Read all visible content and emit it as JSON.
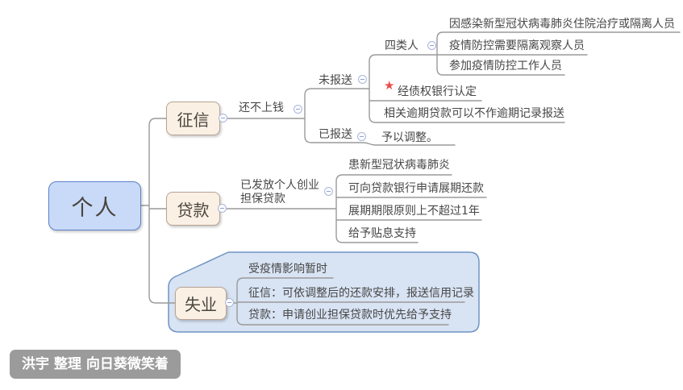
{
  "mindmap": {
    "root": {
      "label": "个人"
    },
    "branches": [
      {
        "label": "征信",
        "children": [
          {
            "label": "还不上钱",
            "children": [
              {
                "label": "未报送",
                "children": [
                  {
                    "label": "四类人",
                    "children": [
                      {
                        "label": "因感染新型冠状病毒肺炎住院治疗或隔离人员"
                      },
                      {
                        "label": "疫情防控需要隔离观察人员"
                      },
                      {
                        "label": "参加疫情防控工作人员"
                      }
                    ]
                  },
                  {
                    "label": "经债权银行认定",
                    "marker": "red-star"
                  },
                  {
                    "label": "相关逾期贷款可以不作逾期记录报送"
                  }
                ]
              },
              {
                "label": "已报送",
                "children": [
                  {
                    "label": "予以调整。"
                  }
                ]
              }
            ]
          }
        ]
      },
      {
        "label": "贷款",
        "children": [
          {
            "label": "已发放个人创业担保贷款",
            "children": [
              {
                "label": "患新型冠状病毒肺炎"
              },
              {
                "label": "可向贷款银行申请展期还款"
              },
              {
                "label": "展期期限原则上不超过1年"
              },
              {
                "label": "给予贴息支持"
              }
            ]
          }
        ]
      },
      {
        "label": "失业",
        "boundary": true,
        "children": [
          {
            "label": "受疫情影响暂时"
          },
          {
            "label": "征信：可依调整后的还款安排，报送信用记录"
          },
          {
            "label": "贷款：申请创业担保贷款时优先给予支持"
          }
        ]
      }
    ]
  },
  "icons": {
    "collapse": "minus-circle",
    "priority_marker": "red-star"
  },
  "colors": {
    "root_fill": "#c8daf7",
    "root_border": "#5b80c9",
    "node_fill": "#fbf0e4",
    "node_border": "#b7a494",
    "boundary_fill": "#d8e3f3",
    "boundary_border": "#6f94c5",
    "line": "#9a9a9a",
    "star": "#e84d4d",
    "text": "#474747",
    "watermark_bg": "#9b9b9b",
    "watermark_text": "#ffffff"
  },
  "watermark": {
    "text": "洪宇  整理 向日葵微笑着"
  }
}
